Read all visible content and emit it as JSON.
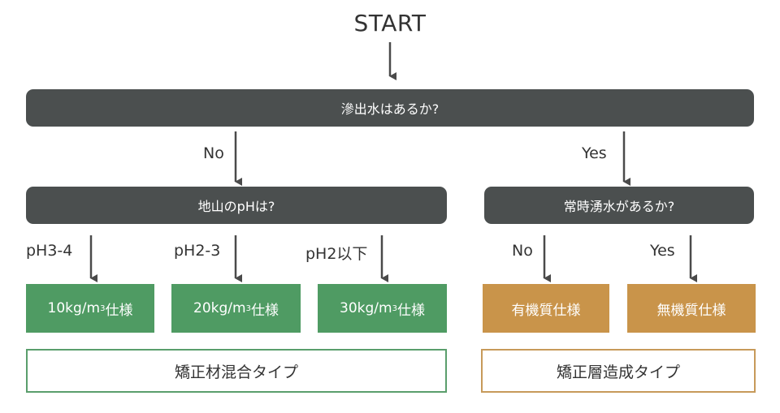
{
  "start": "START",
  "q1": "滲出水はあるか?",
  "q1_no": "No",
  "q1_yes": "Yes",
  "q2": "地山のpHは?",
  "q3": "常時湧水があるか?",
  "ph_labels": [
    "pH3-4",
    "pH2-3",
    "pH2以下"
  ],
  "q3_no": "No",
  "q3_yes": "Yes",
  "results": {
    "r1_pre": "10kg/m",
    "r1_sup": "3",
    "r1_post": "仕様",
    "r2_pre": "20kg/m",
    "r2_sup": "3",
    "r2_post": "仕様",
    "r3_pre": "30kg/m",
    "r3_sup": "3",
    "r3_post": "仕様",
    "r4": "有機質仕様",
    "r5": "無機質仕様"
  },
  "types": {
    "left": "矯正材混合タイプ",
    "right": "矯正層造成タイプ"
  },
  "colors": {
    "decision": "#4b4f4f",
    "green": "#4f9b63",
    "orange": "#c9944a"
  }
}
